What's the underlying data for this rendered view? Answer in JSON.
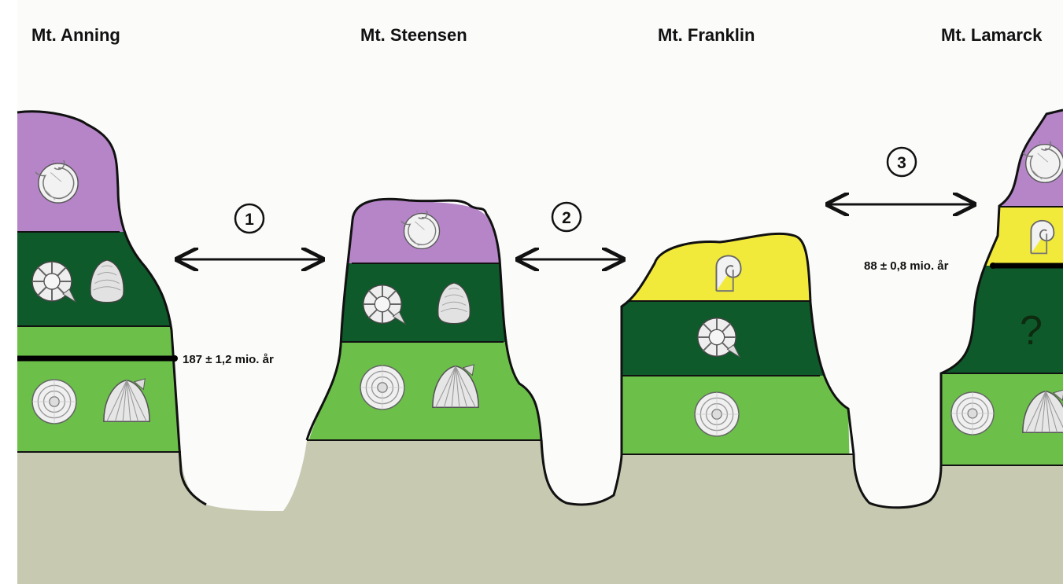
{
  "mountains": [
    {
      "id": "anning",
      "name": "Mt. Anning"
    },
    {
      "id": "steensen",
      "name": "Mt. Steensen"
    },
    {
      "id": "franklin",
      "name": "Mt. Franklin"
    },
    {
      "id": "lamarck",
      "name": "Mt. Lamarck"
    }
  ],
  "comparisons": [
    {
      "number": "1",
      "between": [
        "Mt. Anning",
        "Mt. Steensen"
      ]
    },
    {
      "number": "2",
      "between": [
        "Mt. Steensen",
        "Mt. Franklin"
      ]
    },
    {
      "number": "3",
      "between": [
        "Mt. Franklin",
        "Mt. Lamarck"
      ]
    }
  ],
  "datings": [
    {
      "mountain": "Mt. Anning",
      "label": "187 ± 1,2 mio. år"
    },
    {
      "mountain": "Mt. Lamarck",
      "label": "88 ± 0,8 mio. år"
    }
  ],
  "unknown_layer_label": "?",
  "colors": {
    "layer_purple": "#b585c8",
    "layer_dark_green": "#0e5a2a",
    "layer_light_green": "#6cc04a",
    "layer_yellow": "#f2ea3a",
    "ground": "#c8c9b1",
    "dating_line": "#000000"
  },
  "fossils": {
    "coiled_ammonite": "coiled-ammonite-icon",
    "ribbed_ammonite": "ribbed-ammonite-icon",
    "spiral_ammonite": "spiral-ammonite-icon",
    "hook_ammonite": "hook-ammonite-icon",
    "brachiopod": "brachiopod-icon",
    "scallop": "scallop-icon"
  }
}
